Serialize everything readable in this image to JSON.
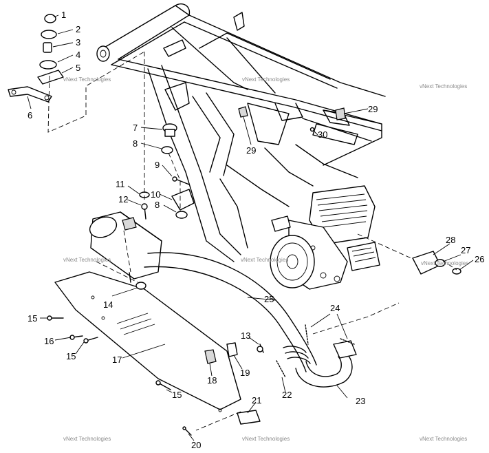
{
  "watermark": "vNext Technologies",
  "callouts": [
    {
      "id": "c1",
      "label": "1"
    },
    {
      "id": "c2",
      "label": "2"
    },
    {
      "id": "c3",
      "label": "3"
    },
    {
      "id": "c4",
      "label": "4"
    },
    {
      "id": "c5",
      "label": "5"
    },
    {
      "id": "c6",
      "label": "6"
    },
    {
      "id": "c7",
      "label": "7"
    },
    {
      "id": "c8a",
      "label": "8"
    },
    {
      "id": "c8b",
      "label": "8"
    },
    {
      "id": "c9",
      "label": "9"
    },
    {
      "id": "c10",
      "label": "10"
    },
    {
      "id": "c11",
      "label": "11"
    },
    {
      "id": "c12",
      "label": "12"
    },
    {
      "id": "c13",
      "label": "13"
    },
    {
      "id": "c14",
      "label": "14"
    },
    {
      "id": "c15a",
      "label": "15"
    },
    {
      "id": "c15b",
      "label": "15"
    },
    {
      "id": "c15c",
      "label": "15"
    },
    {
      "id": "c16",
      "label": "16"
    },
    {
      "id": "c17",
      "label": "17"
    },
    {
      "id": "c18",
      "label": "18"
    },
    {
      "id": "c19",
      "label": "19"
    },
    {
      "id": "c20",
      "label": "20"
    },
    {
      "id": "c21",
      "label": "21"
    },
    {
      "id": "c22",
      "label": "22"
    },
    {
      "id": "c23",
      "label": "23"
    },
    {
      "id": "c24",
      "label": "24"
    },
    {
      "id": "c25",
      "label": "25"
    },
    {
      "id": "c26",
      "label": "26"
    },
    {
      "id": "c27",
      "label": "27"
    },
    {
      "id": "c28",
      "label": "28"
    },
    {
      "id": "c29a",
      "label": "29"
    },
    {
      "id": "c29b",
      "label": "29"
    },
    {
      "id": "c30",
      "label": "30"
    }
  ]
}
